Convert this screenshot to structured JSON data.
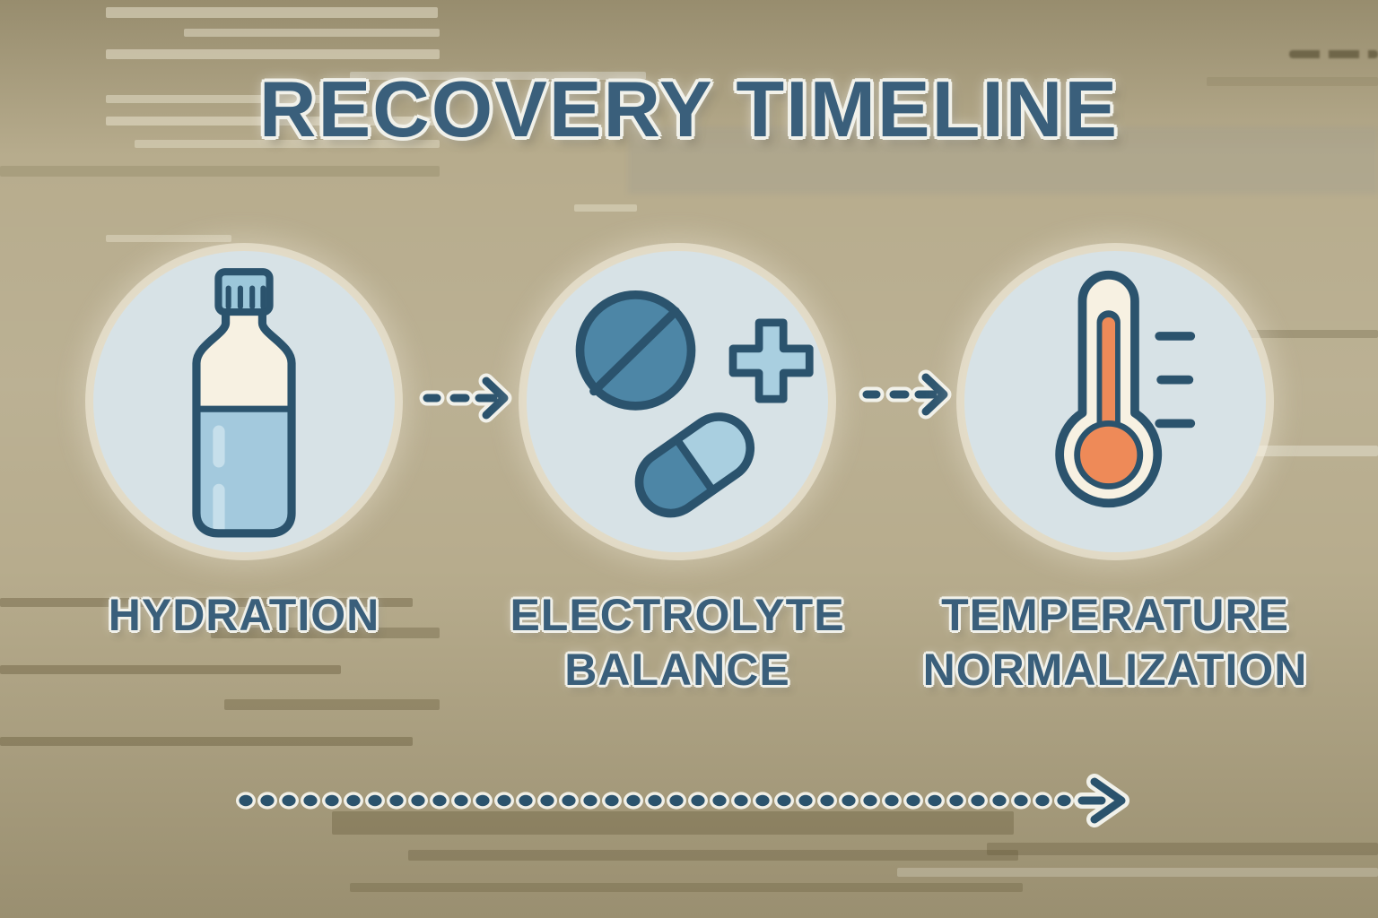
{
  "title": "RECOVERY TIMELINE",
  "steps": [
    {
      "name": "hydration",
      "icon": "water-bottle-icon",
      "lines": [
        "HYDRATION"
      ]
    },
    {
      "name": "electrolyte-balance",
      "icon": "pills-icon",
      "lines": [
        "ELECTROLYTE",
        "BALANCE"
      ]
    },
    {
      "name": "temperature-normalization",
      "icon": "thermometer-icon",
      "lines": [
        "TEMPERATURE",
        "NORMALIZATION"
      ]
    }
  ],
  "connectors": [
    {
      "type": "dashed-arrow-right"
    },
    {
      "type": "dashed-arrow-right"
    }
  ],
  "timeline_arrow": {
    "type": "dotted-arrow-right",
    "dot_count": 39
  },
  "colors": {
    "heading_text": "#3a5f7b",
    "outline_dark": "#2b536d",
    "circle_bg": "#d7e2e6",
    "icon_blue_mid": "#4d86a6",
    "icon_blue_light": "#a9cfe0",
    "water_blue": "#a3c9dd",
    "cap_blue": "#9cc7da",
    "cream": "#f7f1e2",
    "mercury_orange": "#ee8a58",
    "halo_white": "#f1f1ea"
  }
}
